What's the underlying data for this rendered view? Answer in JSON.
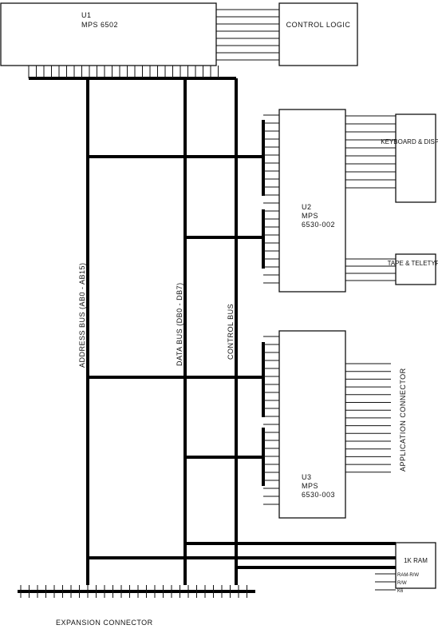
{
  "u1": {
    "id": "U1",
    "name": "MPS 6502"
  },
  "control_logic": {
    "label": "CONTROL LOGIC"
  },
  "u2": {
    "id": "U2",
    "name": "MPS",
    "part": "6530-002"
  },
  "u3": {
    "id": "U3",
    "name": "MPS",
    "part": "6530-003"
  },
  "keyboard": {
    "label": "KEYBOARD & DISPLAY"
  },
  "tape": {
    "label": "TAPE & TELETYPE"
  },
  "ram": {
    "label": "1K RAM"
  },
  "address_bus": {
    "label": "ADDRESS BUS (AB0 - AB15)"
  },
  "data_bus": {
    "label": "DATA BUS (DB0 - DB7)"
  },
  "control_bus": {
    "label": "CONTROL BUS"
  },
  "expansion_connector": {
    "label": "EXPANSION CONNECTOR"
  },
  "application_connector": {
    "label": "APPLICATION CONNECTOR"
  },
  "ram_signals": [
    "RAM-R/W",
    "R/W",
    "K6"
  ]
}
